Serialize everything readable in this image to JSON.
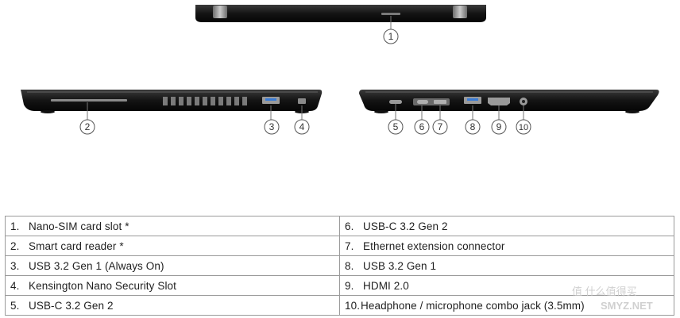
{
  "callouts": {
    "c1": "1",
    "c2": "2",
    "c3": "3",
    "c4": "4",
    "c5": "5",
    "c6": "6",
    "c7": "7",
    "c8": "8",
    "c9": "9",
    "c10": "10"
  },
  "ports": [
    {
      "left_num": "1.",
      "left_label": "Nano-SIM card slot *",
      "right_num": "6.",
      "right_label": "USB-C 3.2 Gen 2"
    },
    {
      "left_num": "2.",
      "left_label": "Smart card reader *",
      "right_num": "7.",
      "right_label": "Ethernet extension connector"
    },
    {
      "left_num": "3.",
      "left_label": "USB 3.2 Gen 1 (Always On)",
      "right_num": "8.",
      "right_label": "USB 3.2 Gen 1"
    },
    {
      "left_num": "4.",
      "left_label": "Kensington Nano Security Slot",
      "right_num": "9.",
      "right_label": "HDMI 2.0"
    },
    {
      "left_num": "5.",
      "left_label": "USB-C 3.2 Gen 2",
      "right_num": "10.",
      "right_label": "Headphone / microphone combo jack (3.5mm)"
    }
  ],
  "watermark": {
    "line1": "值 什么值得买",
    "line2": "SMYZ.NET"
  }
}
